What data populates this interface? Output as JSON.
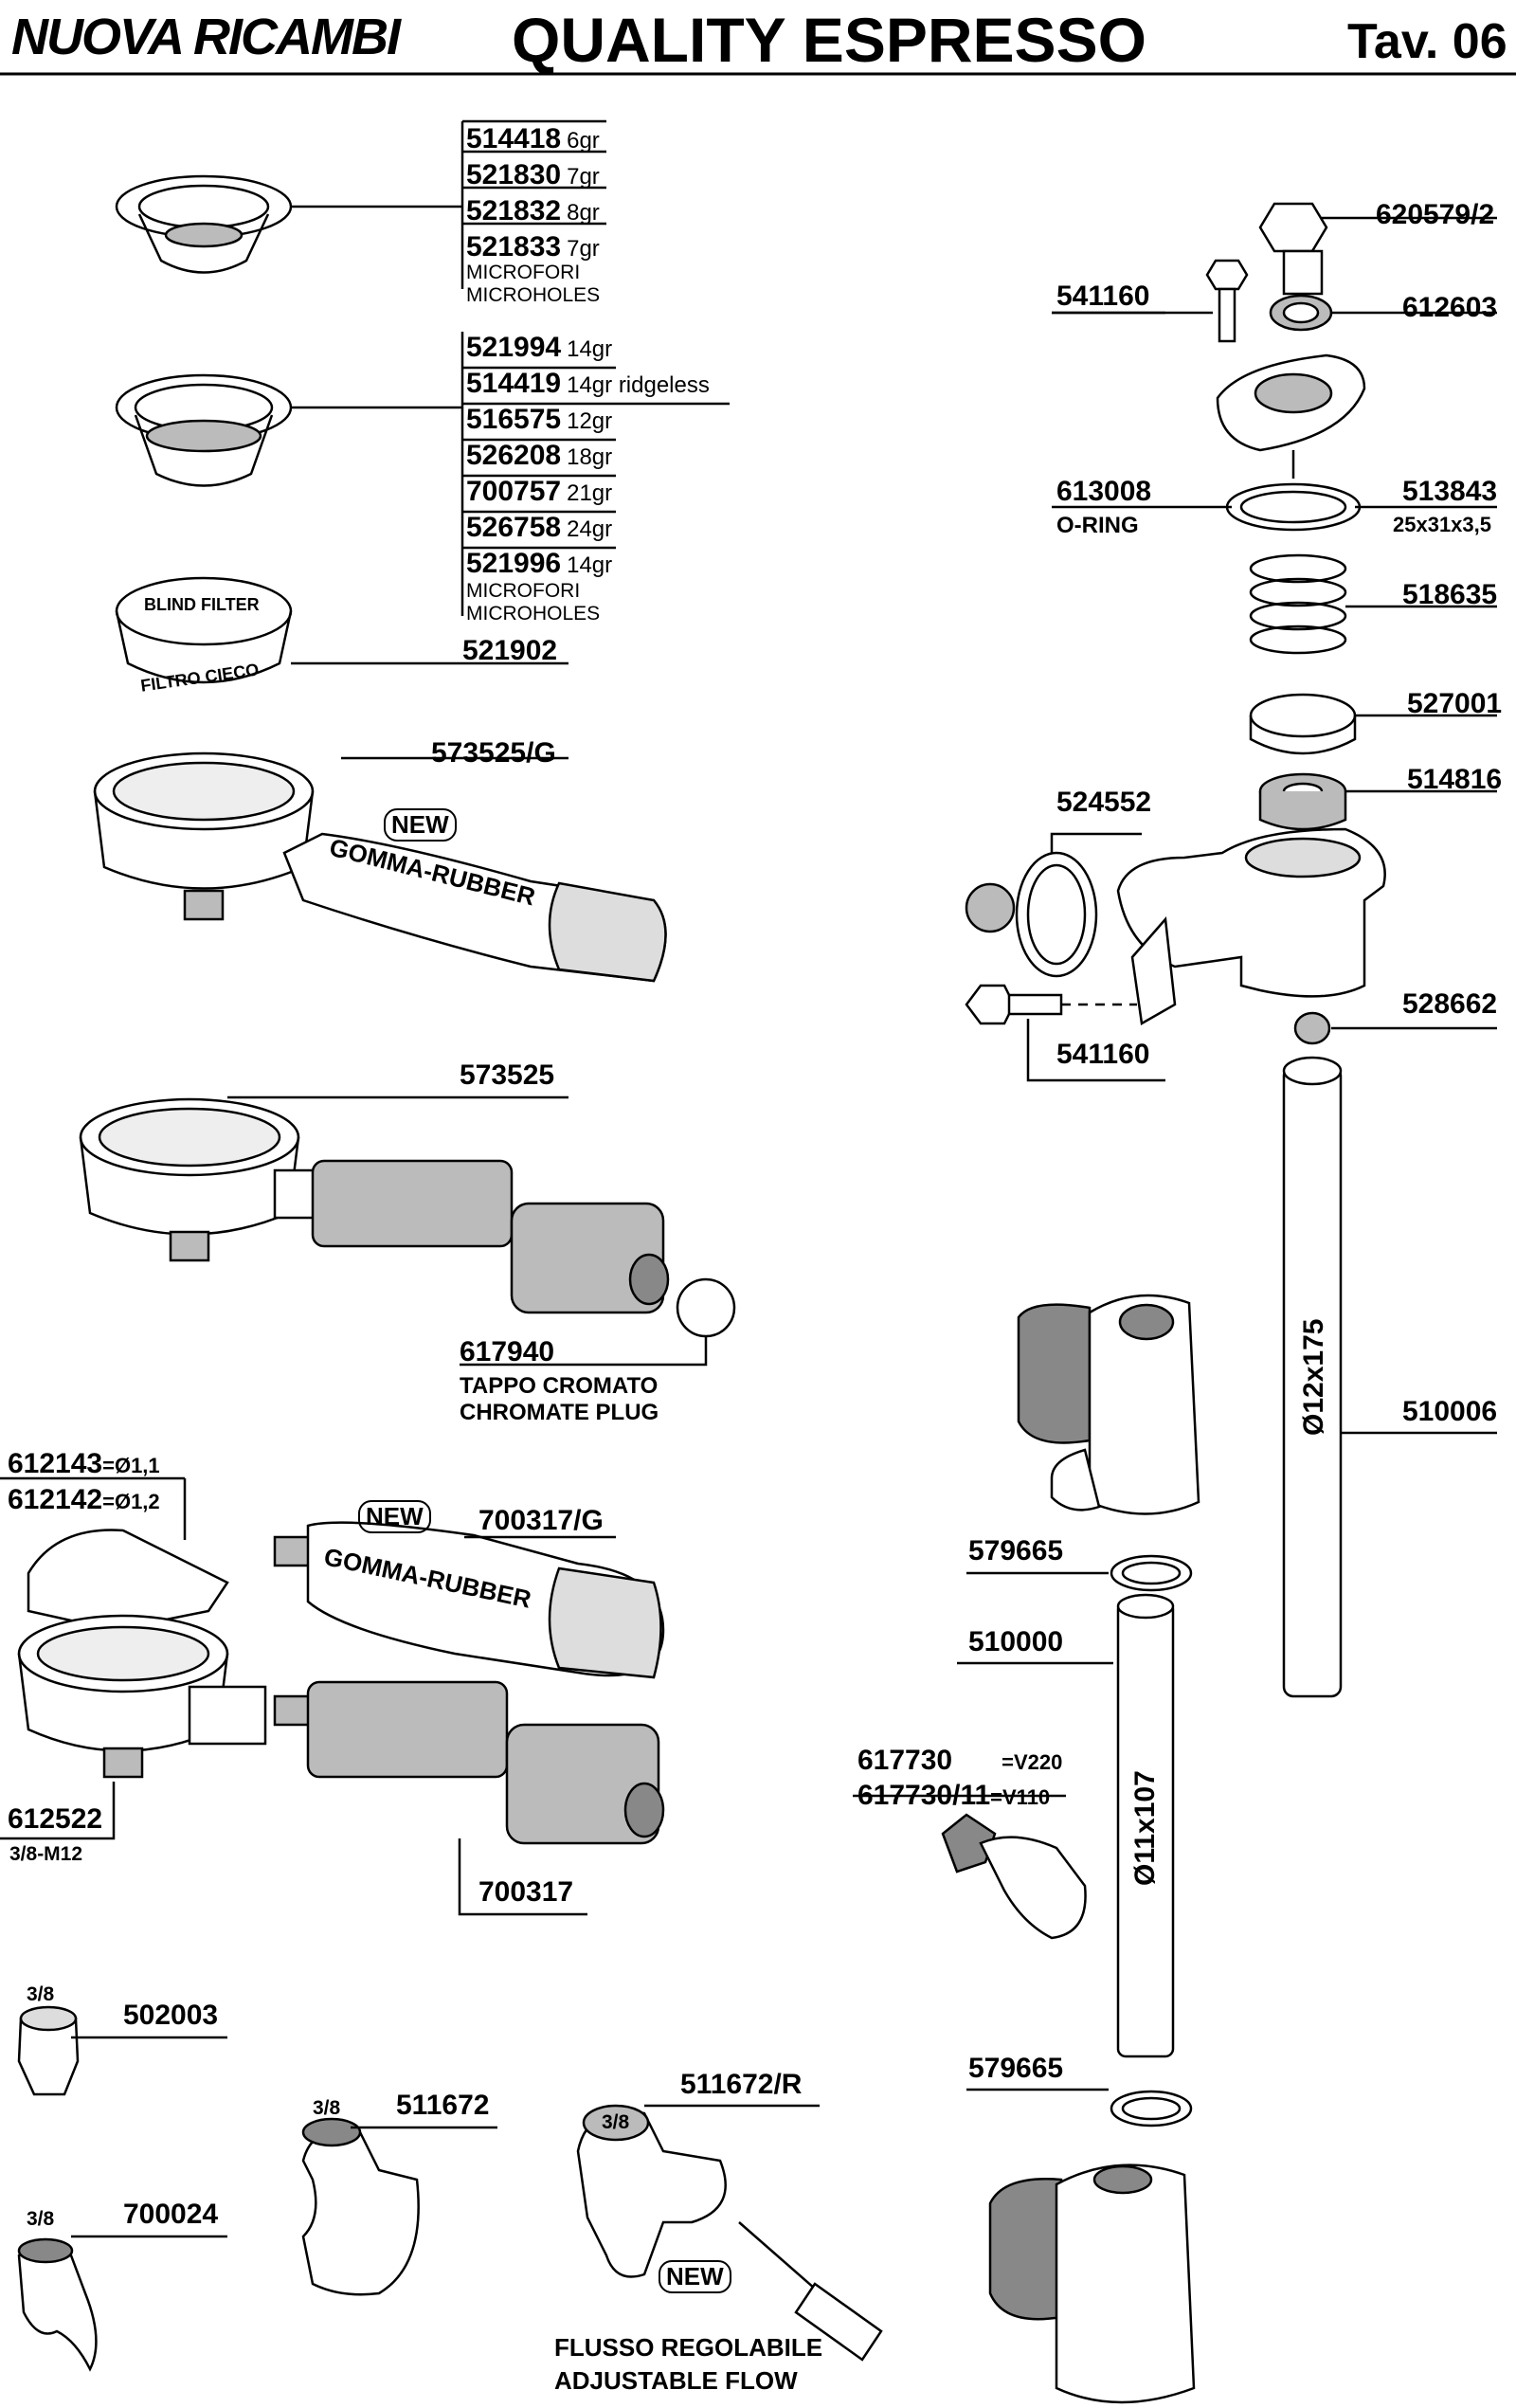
{
  "header": {
    "brand": "NUOVA RICAMBI",
    "title": "QUALITY ESPRESSO",
    "table": "Tav. 06"
  },
  "filters_small": [
    {
      "code": "514418",
      "desc": "6gr"
    },
    {
      "code": "521830",
      "desc": "7gr"
    },
    {
      "code": "521832",
      "desc": "8gr"
    },
    {
      "code": "521833",
      "desc": "7gr"
    }
  ],
  "filters_small_note": [
    "MICROFORI",
    "MICROHOLES"
  ],
  "filters_double": [
    {
      "code": "521994",
      "desc": "14gr"
    },
    {
      "code": "514419",
      "desc": "14gr ridgeless"
    },
    {
      "code": "516575",
      "desc": "12gr"
    },
    {
      "code": "526208",
      "desc": "18gr"
    },
    {
      "code": "700757",
      "desc": "21gr"
    },
    {
      "code": "526758",
      "desc": "24gr"
    },
    {
      "code": "521996",
      "desc": "14gr"
    }
  ],
  "filters_double_note": [
    "MICROFORI",
    "MICROHOLES"
  ],
  "blind_filter": {
    "code": "521902",
    "text_top": "BLIND FILTER",
    "text_bottom": "FILTRO CIECO"
  },
  "labels": {
    "pf_rubber": "573525/G",
    "pf_plain": "573525",
    "plug": "617940",
    "plug_it": "TAPPO CROMATO",
    "plug_en": "CHROMATE PLUG",
    "spring_1": "612143",
    "spring_1_eq": "=Ø1,1",
    "spring_2": "612142",
    "spring_2_eq": "=Ø1,2",
    "handle_rubber": "700317/G",
    "pf_body": "612522",
    "pf_body_note": "3/8-M12",
    "handle_plain": "700317",
    "spout_1": "502003",
    "spout_1_size": "3/8",
    "spout_2": "700024",
    "spout_2_size": "3/8",
    "spout_3": "511672",
    "spout_3_size": "3/8",
    "spout_4": "511672/R",
    "spout_4_size": "3/8",
    "flow_it": "FLUSSO REGOLABILE",
    "flow_en": "ADJUSTABLE FLOW",
    "new_badge": "NEW",
    "rubber_text": "GOMMA-RUBBER",
    "r_620579": "620579/2",
    "r_541160a": "541160",
    "r_612603": "612603",
    "r_613008": "613008",
    "r_oring": "O-RING",
    "r_513843": "513843",
    "r_513843_note": "25x31x3,5",
    "r_518635": "518635",
    "r_527001": "527001",
    "r_514816": "514816",
    "r_524552": "524552",
    "r_528662": "528662",
    "r_541160b": "541160",
    "r_510006": "510006",
    "r_tube_long": "Ø12x175",
    "r_579665a": "579665",
    "r_510000": "510000",
    "r_617730": "617730",
    "r_617730_eq": "=V220",
    "r_617730_11": "617730/11",
    "r_617730_11_eq": "=V110",
    "r_tube_short": "Ø11x107",
    "r_579665b": "579665"
  }
}
